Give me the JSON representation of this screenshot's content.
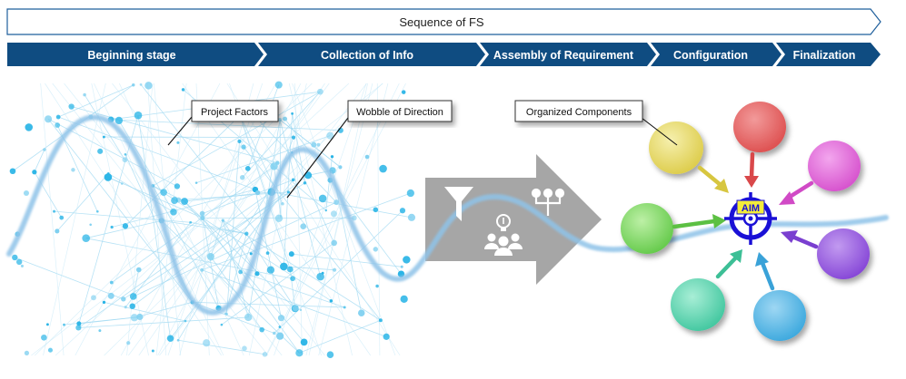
{
  "header": {
    "title": "Sequence of FS"
  },
  "stages": [
    {
      "label": "Beginning stage"
    },
    {
      "label": "Collection of Info"
    },
    {
      "label": "Assembly of Requirement"
    },
    {
      "label": "Configuration"
    },
    {
      "label": "Finalization"
    }
  ],
  "callouts": {
    "project_factors": "Project Factors",
    "wobble": "Wobble of Direction",
    "organized": "Organized Components"
  },
  "target": {
    "label": "AIM"
  },
  "colors": {
    "stage_bar": "#0f4c81",
    "header_border": "#1f5f9c",
    "network": "#25b3e6",
    "wave": "#8fc3e8",
    "target": "#1a10d6",
    "arrow": "#a6a6a6",
    "circles": [
      "#ec6a6a",
      "#e46ad8",
      "#9a5ee0",
      "#58b9e6",
      "#5fd6b3",
      "#86dc6c",
      "#eadc6c"
    ]
  },
  "icons": [
    "funnel-icon",
    "hierarchy-icon",
    "lightbulb-icon",
    "people-icon"
  ]
}
